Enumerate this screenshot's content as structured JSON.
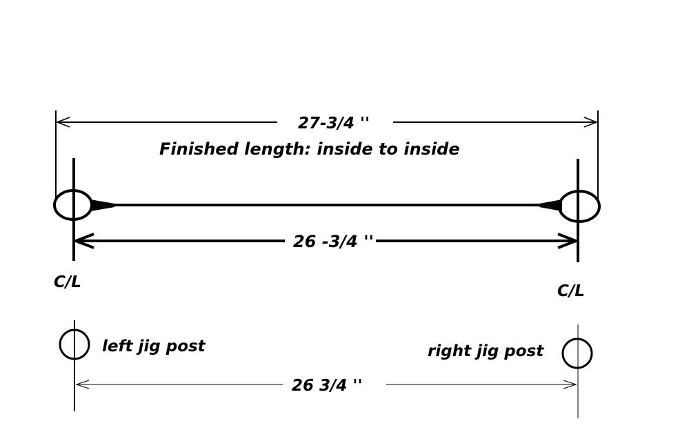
{
  "labels": {
    "overall_dimension": "27-3/4 ''",
    "finished_length_note": "Finished length: inside  to inside",
    "inner_dimension": "26 -3/4 ''",
    "left_centerline": "C/L",
    "right_centerline": "C/L",
    "left_post": "left  jig post",
    "right_post": "right  jig post",
    "post_spacing": "26 3/4  ''"
  },
  "colors": {
    "stroke": "#000000",
    "background": "#ffffff"
  }
}
